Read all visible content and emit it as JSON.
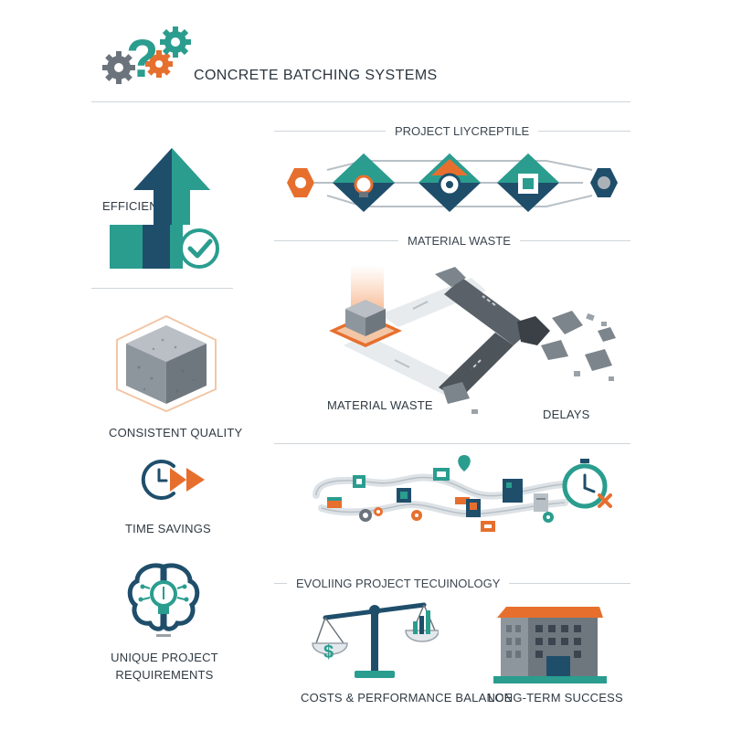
{
  "header": {
    "title": "CONCRETE BATCHING SYSTEMS",
    "logo_icon": "question-gears-icon"
  },
  "left_column": {
    "efficiency": {
      "label": "EFFICIENCY",
      "icon": "growth-arrow-check-icon"
    },
    "quality": {
      "label": "CONSISTENT QUALITY",
      "icon": "concrete-cube-icon"
    },
    "time": {
      "label": "TIME SAVINGS",
      "icon": "clock-fast-forward-icon"
    },
    "unique": {
      "label": "UNIQUE PROJECT REQUIREMENTS",
      "line1": "UNIQUE PROJECT",
      "line2": "REQUIREMENTS",
      "icon": "brain-lightbulb-icon"
    }
  },
  "sections": {
    "project": {
      "title": "PROJECT LIYCREPTILE",
      "icon": "process-chain-icon"
    },
    "waste": {
      "title": "MATERIAL WASTE",
      "left_label": "MATERIAL WASTE",
      "right_label": "DELAYS",
      "icon": "conveyor-broken-icon"
    },
    "flow": {
      "icon": "workflow-timer-icon"
    },
    "evolving": {
      "title": "EVOLIING PROJECT TECUINOLOGY",
      "left_label": "COSTS & PERFORMANCE BALANCE",
      "right_label": "LONG-TERM SUCCESS",
      "left_icon": "balance-scale-icon",
      "right_icon": "building-icon"
    }
  },
  "colors": {
    "teal": "#2a9d8f",
    "navy": "#1f4e6b",
    "orange": "#e76f2e",
    "gray": "#6b747c",
    "dark": "#3a4550"
  }
}
